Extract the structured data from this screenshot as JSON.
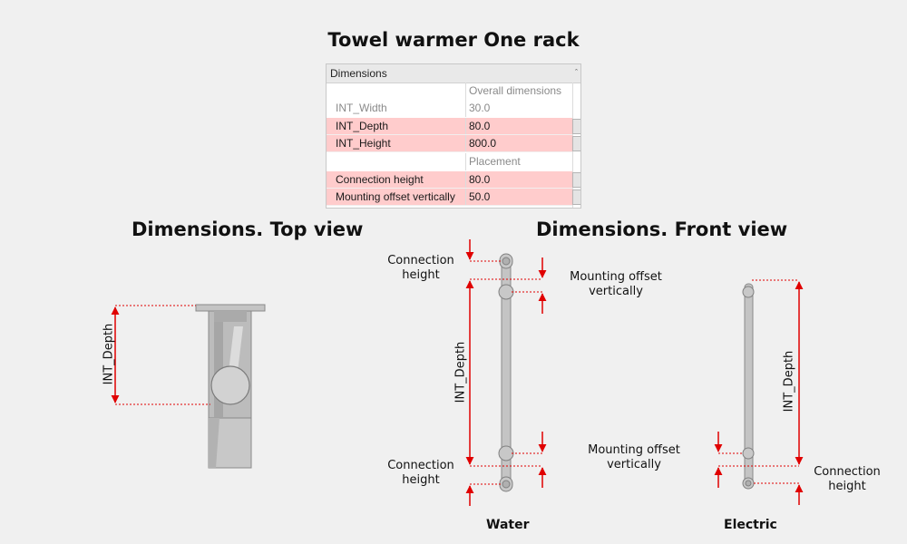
{
  "title": "Towel warmer One rack",
  "properties": {
    "section": "Dimensions",
    "rows": [
      {
        "label": "",
        "value": "Overall dimensions",
        "style": "group"
      },
      {
        "label": "INT_Width",
        "value": "30.0",
        "style": "grey"
      },
      {
        "label": "INT_Depth",
        "value": "80.0",
        "style": "highlight"
      },
      {
        "label": "INT_Height",
        "value": "800.0",
        "style": "highlight"
      },
      {
        "label": "",
        "value": "Placement",
        "style": "group"
      },
      {
        "label": "Connection height",
        "value": "80.0",
        "style": "highlight"
      },
      {
        "label": "Mounting offset vertically",
        "value": "50.0",
        "style": "highlight"
      }
    ]
  },
  "top_view": {
    "title": "Dimensions. Top view",
    "dimension_label": "INT_Depth"
  },
  "front_view": {
    "title": "Dimensions. Front view",
    "water": {
      "caption": "Water",
      "connection_height_top": "Connection\nheight",
      "mounting_offset_top": "Mounting offset\nvertically",
      "depth_label": "INT_Depth",
      "connection_height_bottom": "Connection\nheight",
      "mounting_offset_bottom": "Mounting offset\nvertically"
    },
    "electric": {
      "caption": "Electric",
      "depth_label": "INT_Depth",
      "connection_height": "Connection\nheight"
    }
  },
  "colors": {
    "highlight_row": "#ffcccc",
    "dimension_red": "#e00000",
    "metal_fill": "#c0c0c0",
    "metal_stroke": "#8a8a8a",
    "background": "#f0f0f0"
  }
}
